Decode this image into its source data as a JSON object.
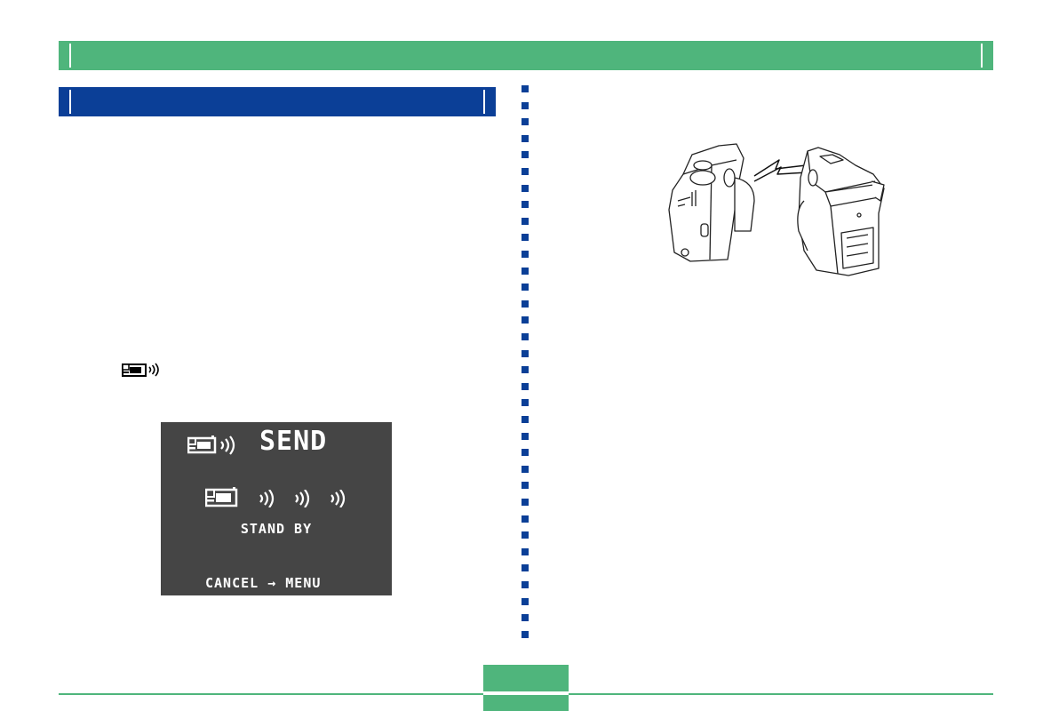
{
  "header": {
    "bar_color": "#4fb57c"
  },
  "section": {
    "bar_color": "#0b3f97"
  },
  "inline_icon": {
    "name": "infrared-send-icon"
  },
  "lcd_screen": {
    "title": "SEND",
    "status": "STAND BY",
    "instruction": "CANCEL → MENU",
    "icons": [
      "camera-icon",
      "infrared-wave-icon"
    ]
  },
  "illustration": {
    "name": "two-cameras-infrared-transfer"
  }
}
